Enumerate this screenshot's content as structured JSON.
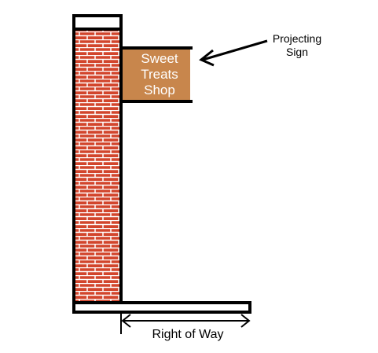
{
  "diagram": {
    "sign": {
      "lines": [
        "Sweet",
        "Treats",
        "Shop"
      ],
      "color": "#C8864C",
      "text_color": "#FFFFFF"
    },
    "callout": {
      "lines": [
        "Projecting",
        "Sign"
      ]
    },
    "right_of_way": {
      "label": "Right of Way"
    },
    "colors": {
      "brick": "#D2452C",
      "mortar": "#FFFFFF",
      "outline": "#000000"
    }
  }
}
